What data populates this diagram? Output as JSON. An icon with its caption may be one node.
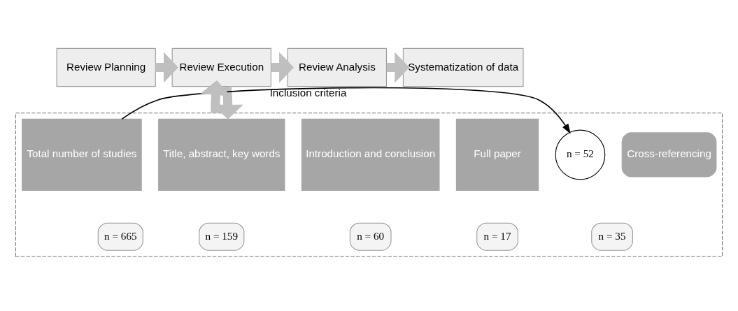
{
  "diagram": {
    "nodes": [
      {
        "text": [
          "Review Planning"
        ]
      },
      {
        "text": [
          "Review Execution"
        ]
      },
      {
        "text": [
          "Review Analysis"
        ]
      },
      {
        "text": [
          "Systematization of data"
        ]
      },
      {
        "text": [],
        "shape": "box"
      },
      {
        "text": [
          "Total number of studies"
        ],
        "in": 4
      },
      {
        "text": [
          "Title, abstract, key words"
        ],
        "in": 4
      },
      {
        "text": [
          "Introduction and conclusion"
        ],
        "in": 4
      },
      {
        "text": [
          "Full paper"
        ],
        "in": 4
      },
      {
        "text": [
          "n = 52"
        ],
        "in": 4
      },
      {
        "text": [
          "Cross-referencing"
        ],
        "in": 4
      },
      {
        "text": [
          "n = 665"
        ],
        "in": 4
      },
      {
        "text": [
          "n = 159"
        ],
        "in": 4
      },
      {
        "text": [
          "n = 60"
        ],
        "in": 4
      },
      {
        "text": [
          "n = 17"
        ],
        "in": 4
      },
      {
        "text": [
          "n = 35"
        ],
        "in": 4
      }
    ],
    "edges": [
      {
        "from": 0,
        "to": 1,
        "arrow": "to"
      },
      {
        "from": 1,
        "to": 2,
        "arrow": "to"
      },
      {
        "from": 2,
        "to": 3,
        "arrow": "to"
      },
      {
        "from": 1,
        "to": 4,
        "arrow": "to"
      },
      {
        "from": 4,
        "to": 1,
        "arrow": "to"
      },
      {
        "from": 5,
        "to": 9,
        "arrow": "to",
        "label": "Inclusion criteria",
        "color": "#000000"
      }
    ]
  }
}
